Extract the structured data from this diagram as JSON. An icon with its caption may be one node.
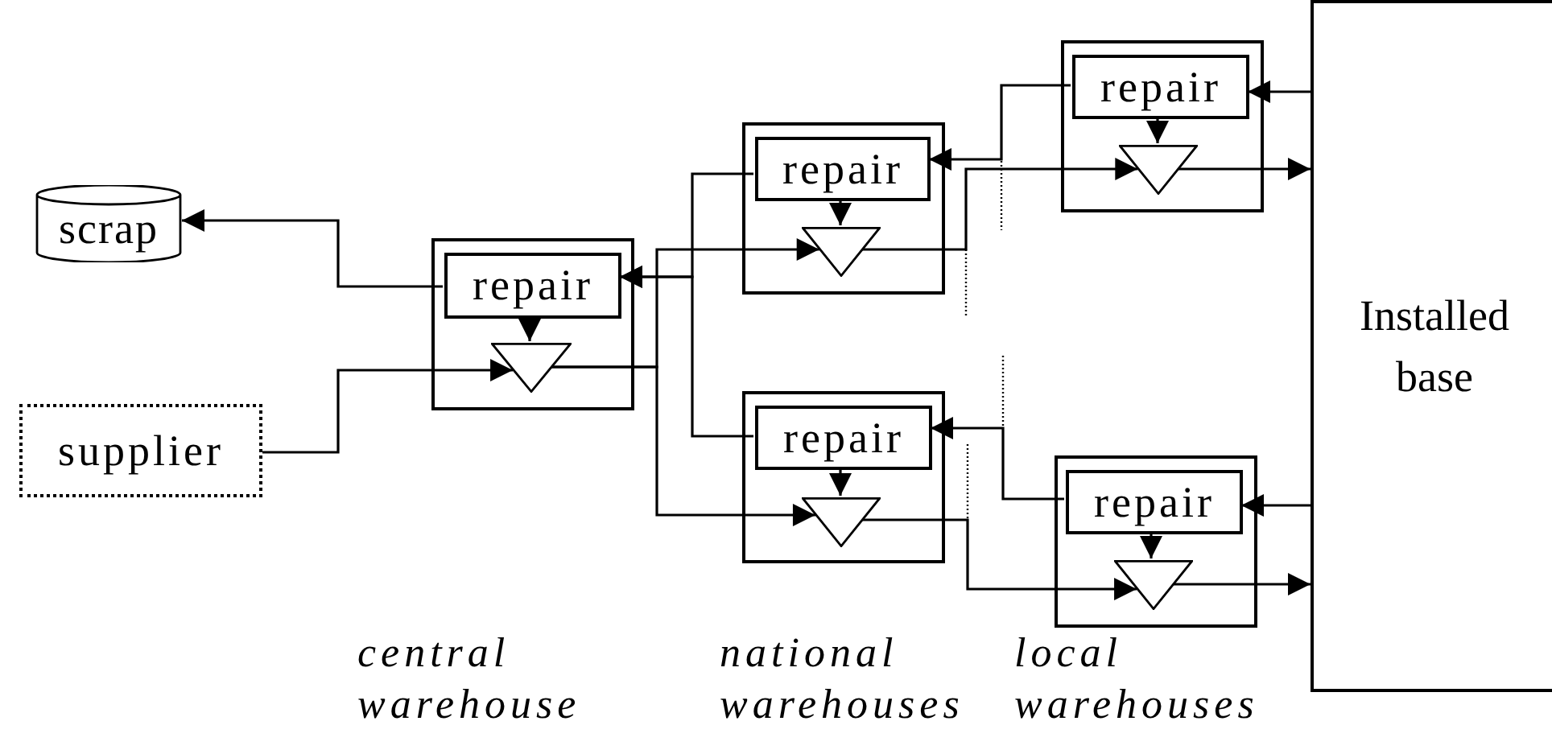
{
  "diagram": {
    "nodes": [
      {
        "text": [
          "scrap"
        ]
      },
      {
        "text": [
          "supplier"
        ]
      },
      {
        "text": [],
        "shape": "box"
      },
      {
        "text": [
          "repair"
        ],
        "in": 2
      },
      {
        "text": [],
        "shape": "triangle",
        "in": 2
      },
      {
        "text": [],
        "shape": "box"
      },
      {
        "text": [
          "repair"
        ],
        "in": 5
      },
      {
        "text": [],
        "shape": "triangle",
        "in": 5
      },
      {
        "text": [],
        "shape": "box"
      },
      {
        "text": [
          "repair"
        ],
        "in": 8
      },
      {
        "text": [],
        "shape": "triangle",
        "in": 8
      },
      {
        "text": [],
        "shape": "box"
      },
      {
        "text": [
          "repair"
        ],
        "in": 11
      },
      {
        "text": [],
        "shape": "triangle",
        "in": 11
      },
      {
        "text": [],
        "shape": "box"
      },
      {
        "text": [
          "repair"
        ],
        "in": 14
      },
      {
        "text": [],
        "shape": "triangle",
        "in": 14
      },
      {
        "text": [
          "Installed base"
        ]
      }
    ],
    "edges": [
      {
        "from": 3,
        "to": 0,
        "arrow": "to"
      },
      {
        "from": 1,
        "to": 4,
        "arrow": "to"
      },
      {
        "from": 3,
        "to": 4,
        "arrow": "to"
      },
      {
        "from": 4,
        "to": 7,
        "arrow": "to"
      },
      {
        "from": 4,
        "to": 10,
        "arrow": "to"
      },
      {
        "from": 6,
        "to": 3,
        "arrow": "to"
      },
      {
        "from": 9,
        "to": 3,
        "arrow": "to"
      },
      {
        "from": 6,
        "to": 7,
        "arrow": "to"
      },
      {
        "from": 9,
        "to": 10,
        "arrow": "to"
      },
      {
        "from": 7,
        "to": 13,
        "arrow": "to"
      },
      {
        "from": 12,
        "to": 6,
        "arrow": "to"
      },
      {
        "from": 10,
        "to": 16,
        "arrow": "to"
      },
      {
        "from": 15,
        "to": 9,
        "arrow": "to"
      },
      {
        "from": 12,
        "to": 13,
        "arrow": "to"
      },
      {
        "from": 15,
        "to": 16,
        "arrow": "to"
      },
      {
        "from": 17,
        "to": 12,
        "arrow": "to"
      },
      {
        "from": 13,
        "to": 17,
        "arrow": "to"
      },
      {
        "from": 17,
        "to": 15,
        "arrow": "to"
      },
      {
        "from": 16,
        "to": 17,
        "arrow": "to"
      }
    ],
    "labels": [
      "central warehouse",
      "national warehouses",
      "local warehouses"
    ]
  }
}
